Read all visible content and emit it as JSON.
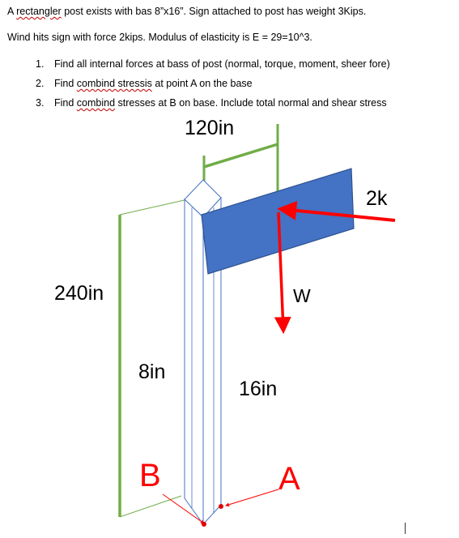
{
  "problem": {
    "line1": {
      "pre": "A ",
      "underlined": "rectangler",
      "post": " post exists with bas 8”x16”. Sign attached to post has weight 3Kips."
    },
    "line2": "Wind hits sign with force 2kips. Modulus of elasticity is E = 29=10^3.",
    "items": [
      {
        "num": "1.",
        "pre": "Find all internal forces at bass of post (normal, torque, moment, sheer fore)",
        "underlined": "",
        "post": ""
      },
      {
        "num": "2.",
        "pre": "Find ",
        "underlined": "combind stressis",
        "post": " at point A on the base"
      },
      {
        "num": "3.",
        "pre": "Find ",
        "underlined": "combind",
        "post": " stresses at B on base. Include total normal and shear stress"
      }
    ]
  },
  "diagram": {
    "labels": {
      "width_top": "120in",
      "height": "240in",
      "force": "2k",
      "weight": "W",
      "depth": "8in",
      "width": "16in",
      "point_b": "B",
      "point_a": "A"
    },
    "colors": {
      "dimension": "#70ad47",
      "sign_fill": "#4472c4",
      "sign_stroke": "#2f528f",
      "post_stroke": "#4472c4",
      "arrow": "#ff0000",
      "dot": "#e00000"
    }
  }
}
